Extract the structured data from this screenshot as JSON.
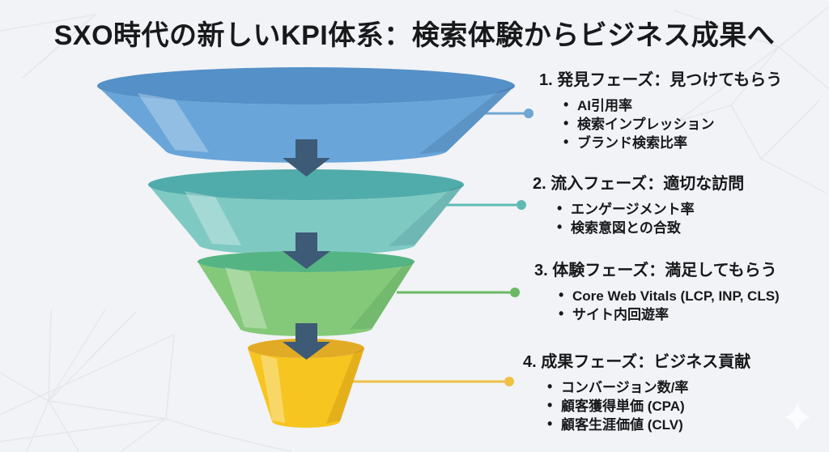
{
  "title": "SXO時代の新しいKPI体系：検索体験からビジネス成果へ",
  "funnel": {
    "arrow_color": "#3d5a76",
    "stages": [
      {
        "top": "#5590c8",
        "front": "#69a5d9"
      },
      {
        "top": "#50acaa",
        "front": "#7fc9c3"
      },
      {
        "top": "#55b483",
        "front": "#84c979"
      },
      {
        "top": "#e2ab25",
        "front": "#f7c520"
      }
    ]
  },
  "sections": [
    {
      "heading": "1. 発見フェーズ：見つけてもらう",
      "accent": "#6fa7d4",
      "bullets": [
        "AI引用率",
        "検索インプレッション",
        "ブランド検索比率"
      ]
    },
    {
      "heading": "2. 流入フェーズ：適切な訪問",
      "accent": "#5fbab4",
      "bullets": [
        "エンゲージメント率",
        "検索意図との合致"
      ]
    },
    {
      "heading": "3. 体験フェーズ：満足してもらう",
      "accent": "#6cb863",
      "bullets": [
        "Core Web Vitals (LCP, INP, CLS)",
        "サイト内回遊率"
      ]
    },
    {
      "heading": "4. 成果フェーズ：ビジネス貢献",
      "accent": "#eec046",
      "bullets": [
        "コンバージョン数/率",
        "顧客獲得単価 (CPA)",
        "顧客生涯価値 (CLV)"
      ]
    }
  ]
}
